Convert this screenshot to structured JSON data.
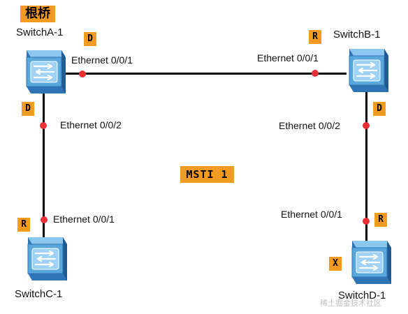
{
  "root_bridge_label": "根桥",
  "msti_label": "MSTI 1",
  "switches": {
    "a": {
      "name": "SwitchA-1"
    },
    "b": {
      "name": "SwitchB-1"
    },
    "c": {
      "name": "SwitchC-1"
    },
    "d": {
      "name": "SwitchD-1"
    }
  },
  "port_roles": {
    "a_port1": "D",
    "b_port1": "R",
    "a_port2": "D",
    "b_port2": "D",
    "c_port1": "R",
    "d_port1": "R",
    "d_blocked": "X"
  },
  "ports": {
    "a_port1": "Ethernet 0/0/1",
    "b_port1": "Ethernet 0/0/1",
    "a_port2": "Ethernet 0/0/2",
    "b_port2": "Ethernet 0/0/2",
    "c_port1": "Ethernet 0/0/1",
    "d_port1": "Ethernet 0/0/1"
  },
  "watermark": "稀土掘金技术社区",
  "colors": {
    "badge": "#f39a21",
    "port_dot": "#ea2f37",
    "link": "#000000",
    "switch_body": "#5aa7dc"
  },
  "icons": {
    "switch": "switch-icon"
  }
}
